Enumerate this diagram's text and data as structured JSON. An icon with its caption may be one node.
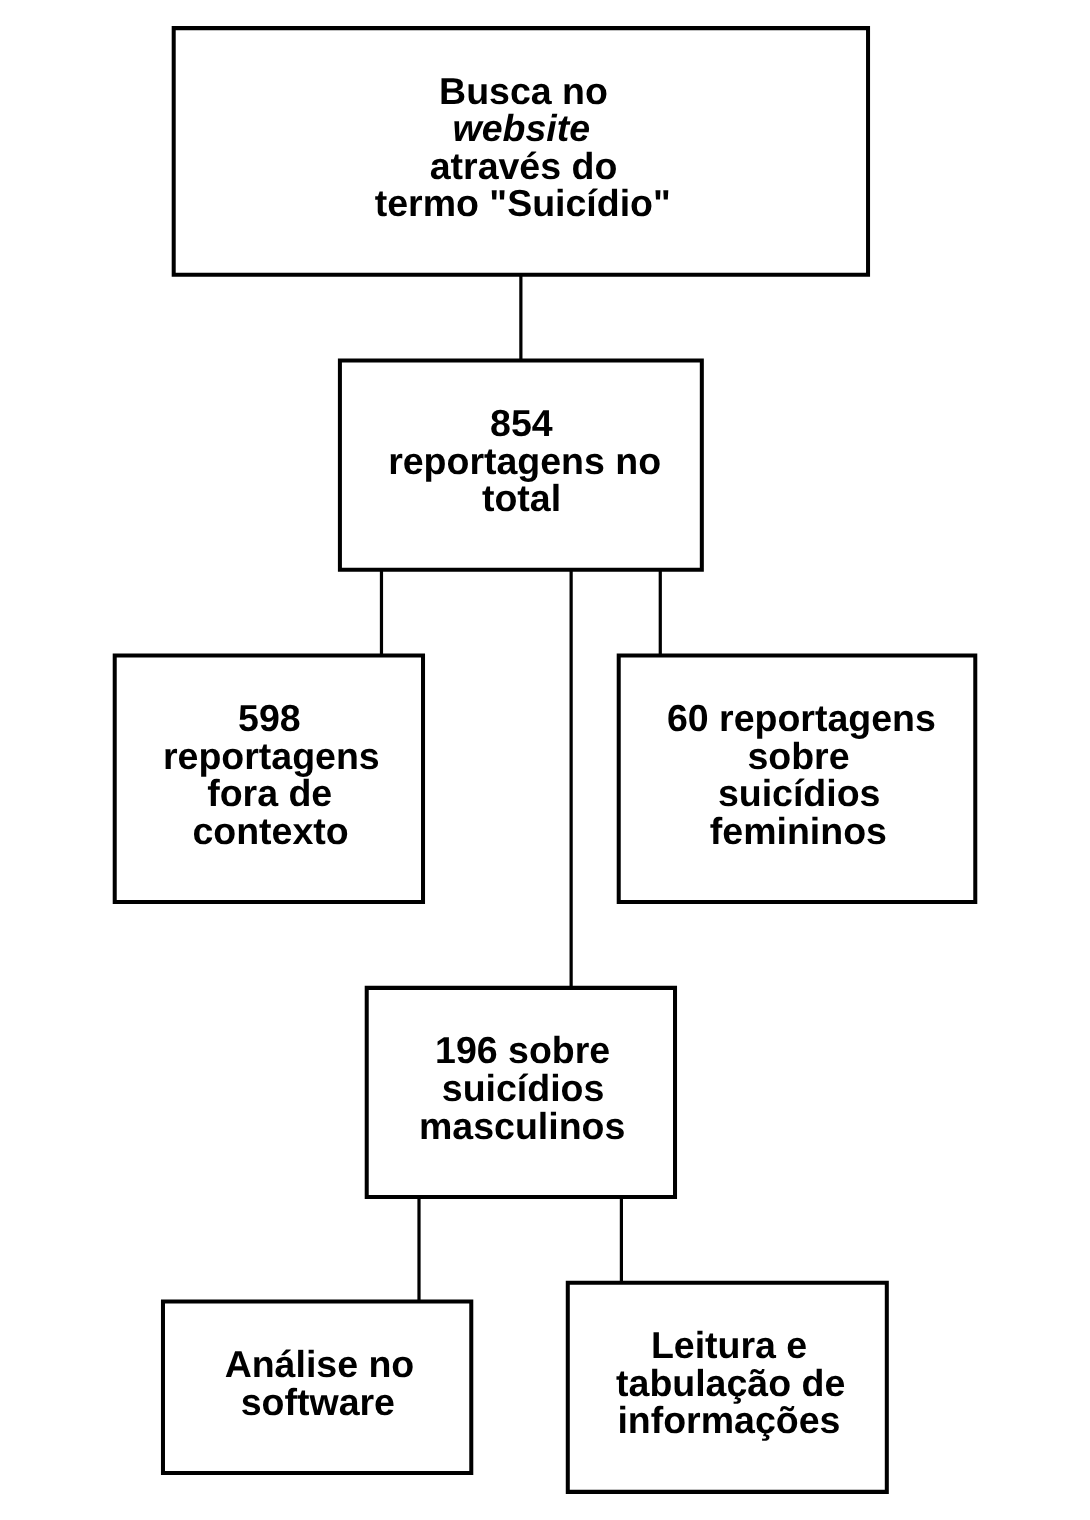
{
  "diagram": {
    "nodes": [
      {
        "text": [
          "Busca no *website* através do termo \"Suicídio\""
        ]
      },
      {
        "text": [
          "854 reportagens no total"
        ]
      },
      {
        "text": [
          "598 reportagens fora de contexto"
        ]
      },
      {
        "text": [
          "60 reportagens sobre suicídios femininos"
        ]
      },
      {
        "text": [
          "196 sobre suicídios masculinos"
        ]
      },
      {
        "text": [
          "Análise no software"
        ]
      },
      {
        "text": [
          "Leitura e tabulação de informações"
        ]
      }
    ],
    "edges": [
      {
        "from": 0,
        "to": 1,
        "arrow": "none"
      },
      {
        "from": 1,
        "to": 2,
        "arrow": "none"
      },
      {
        "from": 1,
        "to": 3,
        "arrow": "none"
      },
      {
        "from": 1,
        "to": 4,
        "arrow": "none"
      },
      {
        "from": 4,
        "to": 5,
        "arrow": "none"
      },
      {
        "from": 4,
        "to": 6,
        "arrow": "none"
      }
    ]
  }
}
